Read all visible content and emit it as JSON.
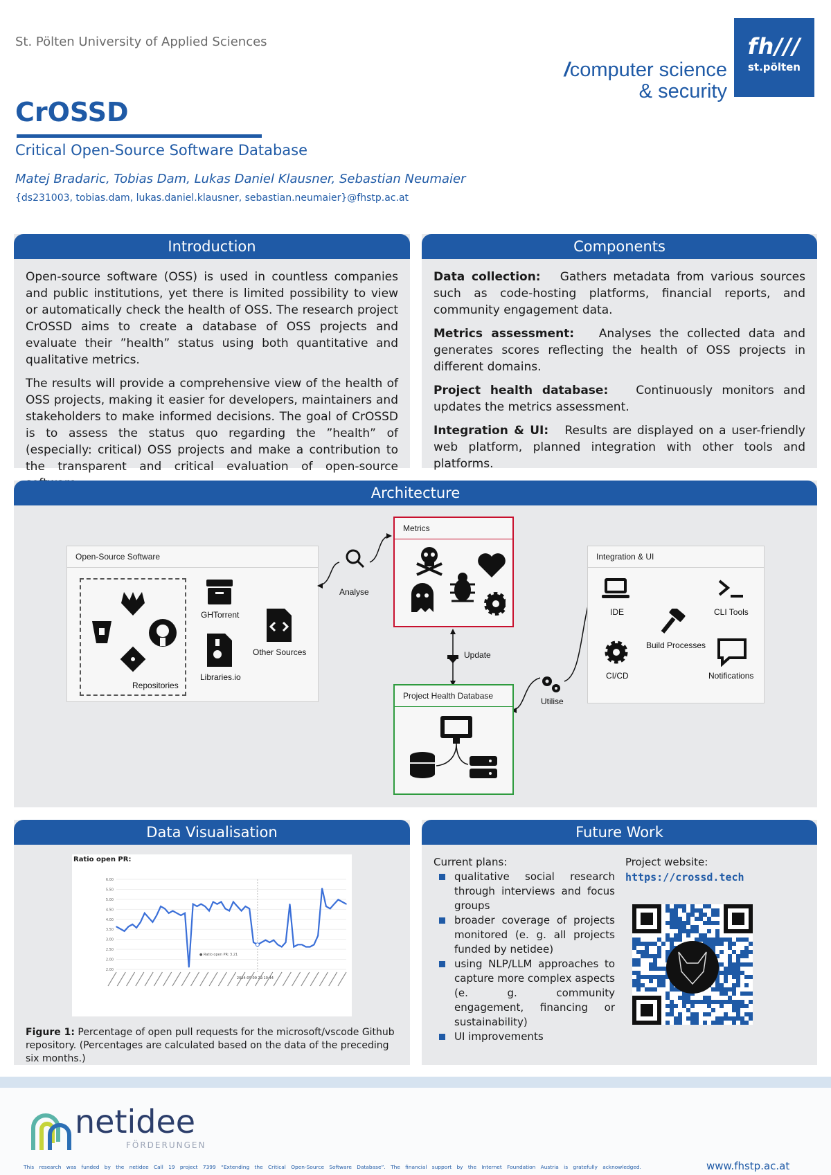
{
  "header": {
    "university": "St. Pölten University of Applied Sciences",
    "logo_line1": "computer science",
    "logo_line2": "& security",
    "logo_fh": "fh///",
    "logo_sp": "st.pölten",
    "title": "CrOSSD",
    "subtitle": "Critical Open-Source Software Database",
    "authors": "Matej Bradaric, Tobias Dam, Lukas Daniel Klausner, Sebastian Neumaier",
    "emails": "{ds231003, tobias.dam, lukas.daniel.klausner, sebastian.neumaier}@fhstp.ac.at"
  },
  "introduction": {
    "heading": "Introduction",
    "p1": "Open-source software (OSS) is used in countless companies and public institutions, yet there is limited possibility to view or automatically check the health of OSS. The research project CrOSSD aims to create a database of OSS projects and evaluate their ”health” status using both quantitative and qualitative metrics.",
    "p2": "The results will provide a comprehensive view of the health of OSS projects, making it easier for developers, maintainers and stakeholders to make informed decisions.  The goal of CrOSSD is to assess the status quo regarding the ”health” of (especially: critical) OSS projects and make a contribution to the transparent and critical evaluation of open-source software."
  },
  "components": {
    "heading": "Components",
    "items": [
      {
        "term": "Data collection:",
        "text": "Gathers metadata from various sources such as code-hosting platforms, financial reports, and community engagement data."
      },
      {
        "term": "Metrics assessment:",
        "text": "Analyses the collected data and generates scores reflecting the health of OSS projects in different domains."
      },
      {
        "term": "Project health database:",
        "text": "Continuously monitors and updates the metrics assessment."
      },
      {
        "term": "Integration & UI:",
        "text": "Results are displayed on a user-friendly web platform, planned integration with other tools and platforms."
      }
    ]
  },
  "architecture": {
    "heading": "Architecture",
    "oss_box": "Open-Source Software",
    "repositories": "Repositories",
    "ghtorrent": "GHTorrent",
    "libraries": "Libraries.io",
    "other_sources": "Other Sources",
    "analyse": "Analyse",
    "metrics": "Metrics",
    "update": "Update",
    "db_box": "Project Health Database",
    "utilise": "Utilise",
    "integration_box": "Integration & UI",
    "ide": "IDE",
    "cli": "CLI Tools",
    "build": "Build Processes",
    "cicd": "CI/CD",
    "notifications": "Notifications"
  },
  "dataviz": {
    "heading": "Data Visualisation",
    "caption_bold": "Figure 1:",
    "caption_text": "Percentage of open pull requests for the microsoft/vscode Github repository. (Percentages are calculated based on the data of the preceding six months.)"
  },
  "chart_data": {
    "type": "line",
    "title": "Ratio open PR:",
    "xlabel": "",
    "ylabel": "",
    "ylim": [
      2.0,
      6.0
    ],
    "yticks": [
      "6.00",
      "5.50",
      "5.00",
      "4.50",
      "4.00",
      "3.50",
      "3.00",
      "2.50",
      "2.00",
      "2.00"
    ],
    "tooltip_label": "Ratio open PR:",
    "tooltip_value": "3.21",
    "tooltip_date": "2024-09-09 22:10:44",
    "series": [
      {
        "values": [
          3.9,
          3.8,
          3.7,
          3.9,
          4.0,
          3.85,
          4.1,
          4.5,
          4.3,
          4.1,
          4.4,
          4.8,
          4.7,
          4.5,
          4.6,
          4.5,
          4.4,
          4.5,
          2.1,
          4.9,
          4.8,
          4.9,
          4.8,
          4.6,
          5.0,
          4.9,
          5.0,
          4.7,
          4.6,
          5.0,
          4.8,
          4.6,
          4.8,
          4.7,
          3.2,
          3.1,
          3.2,
          3.3,
          3.2,
          3.3,
          3.1,
          3.0,
          3.2,
          4.9,
          3.0,
          3.1,
          3.1,
          3.0,
          3.0,
          3.1,
          3.5,
          5.6,
          4.8,
          4.7,
          4.9,
          5.1,
          5.0,
          4.9
        ]
      }
    ]
  },
  "future": {
    "heading": "Future Work",
    "plans_label": "Current plans:",
    "items": [
      "qualitative social research through interviews and focus groups",
      "broader coverage of projects monitored (e. g. all projects funded by netidee)",
      "using NLP/LLM approaches to capture more complex aspects (e. g. community engagement, financing or sustainability)",
      "UI improvements"
    ],
    "website_label": "Project website:",
    "website_url": "https://crossd.tech"
  },
  "footer": {
    "netidee": "netidee",
    "foerderungen": "FÖRDERUNGEN",
    "funding": "This research was funded by the netidee Call 19 project 7399 “Extending the Critical Open-Source Software Database”. The financial support by the Internet Foundation Austria is gratefully acknowledged.",
    "website": "www.fhstp.ac.at"
  },
  "colors": {
    "brand_blue": "#1f5aa6",
    "panel_grey": "#e8e9eb",
    "metrics_red": "#c8102e",
    "db_green": "#2e9b3e"
  }
}
